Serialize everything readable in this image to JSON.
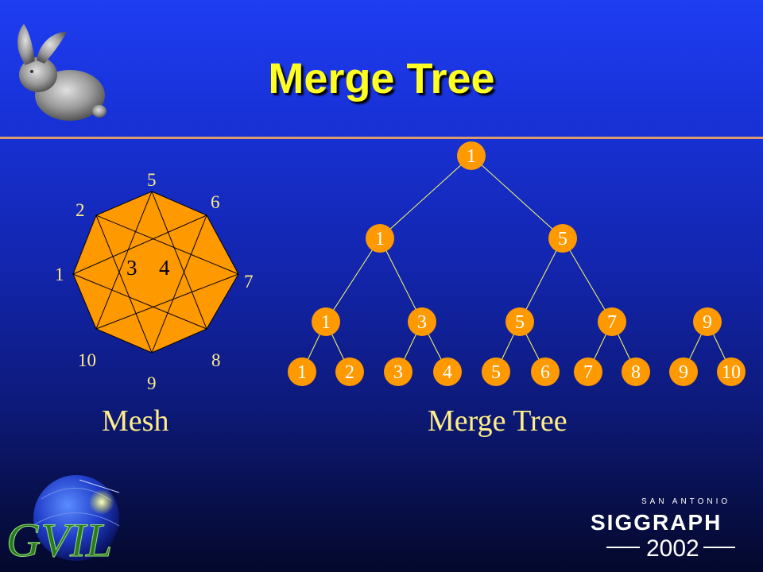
{
  "title": "Merge Tree",
  "mesh": {
    "caption": "Mesh",
    "vertex_labels": [
      "1",
      "2",
      "5",
      "6",
      "7",
      "8",
      "9",
      "10"
    ],
    "triangle_labels": [
      "3",
      "4"
    ]
  },
  "tree": {
    "caption": "Merge Tree",
    "levels": [
      [
        "1"
      ],
      [
        "1",
        "5"
      ],
      [
        "1",
        "3",
        "5",
        "7",
        "9"
      ],
      [
        "1",
        "2",
        "3",
        "4",
        "5",
        "6",
        "7",
        "8",
        "9",
        "10"
      ]
    ]
  },
  "logos": {
    "gvil_text": "GVIL",
    "siggraph_top": "SAN ANTONIO",
    "siggraph_name": "SIGGRAPH",
    "siggraph_year": "2002"
  },
  "colors": {
    "title": "#ffff22",
    "text": "#ffee88",
    "mesh_fill": "#ff9900",
    "node_fill": "#ff9900",
    "edge": "#ffff66"
  }
}
